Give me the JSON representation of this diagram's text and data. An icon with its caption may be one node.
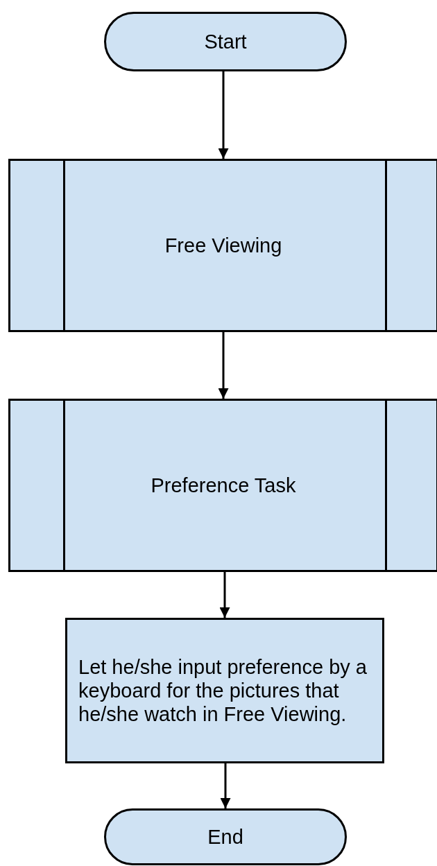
{
  "diagram": {
    "nodes": [
      {
        "text": [
          "Start"
        ]
      },
      {
        "text": [
          "Free Viewing"
        ]
      },
      {
        "text": [
          "Preference Task"
        ]
      },
      {
        "text": [
          "Let he/she input preference by a keyboard for the pictures that he/she watch in Free Viewing."
        ]
      },
      {
        "text": [
          "End"
        ]
      }
    ],
    "edges": [
      {
        "from": 0,
        "to": 1,
        "arrow": "to"
      },
      {
        "from": 1,
        "to": 2,
        "arrow": "to"
      },
      {
        "from": 2,
        "to": 3,
        "arrow": "to"
      },
      {
        "from": 3,
        "to": 4,
        "arrow": "to"
      }
    ]
  }
}
